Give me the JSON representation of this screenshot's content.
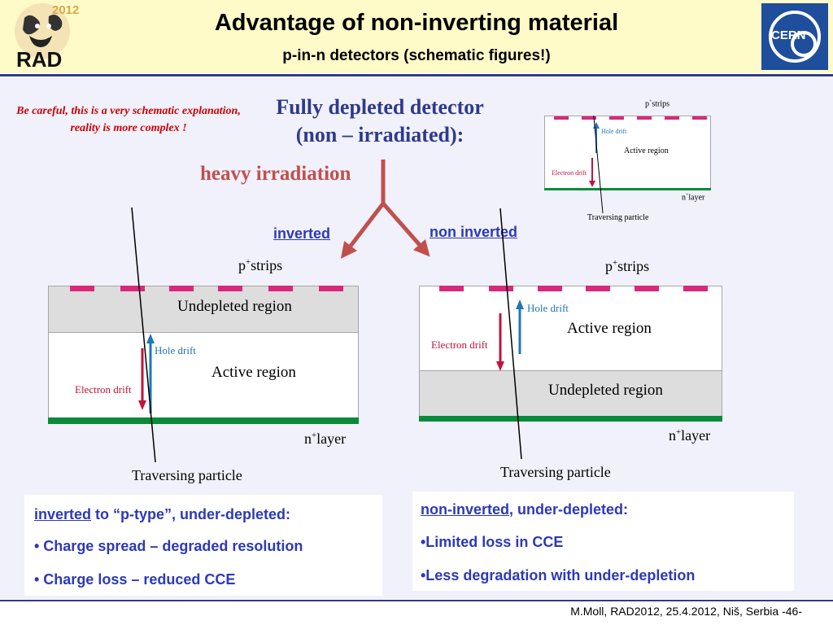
{
  "header": {
    "title": "Advantage of non-inverting material",
    "subtitle": "p-in-n detectors  (schematic figures!)",
    "left_logo_text": "RAD",
    "left_logo_year": "2012",
    "right_logo_text": "CERN"
  },
  "caution": "Be careful, this is a very schematic explanation, reality is more complex !",
  "fully_depleted": {
    "title_line1": "Fully depleted detector",
    "title_line2": "(non – irradiated):",
    "strips_label": "p",
    "strips_sup": "+",
    "strips_suffix": "strips",
    "hole_drift": "Hole drift",
    "active_region": "Active region",
    "electron_drift": "Electron drift",
    "layer_label": "n",
    "layer_sup": "+",
    "layer_suffix": "layer",
    "particle": "Traversing particle"
  },
  "heavy_irradiation": "heavy irradiation",
  "inverted": {
    "label": "inverted",
    "strips_label": "p",
    "strips_sup": "+",
    "strips_suffix": "strips",
    "undepleted": "Undepleted region",
    "hole_drift": "Hole drift",
    "active_region": "Active region",
    "electron_drift": "Electron drift",
    "layer_label": "n",
    "layer_sup": "+",
    "layer_suffix": "layer",
    "particle": "Traversing particle"
  },
  "non_inverted": {
    "label": "non inverted",
    "strips_label": "p",
    "strips_sup": "+",
    "strips_suffix": "strips",
    "hole_drift": "Hole drift",
    "active_region": "Active region",
    "electron_drift": "Electron drift",
    "undepleted": "Undepleted region",
    "layer_label": "n",
    "layer_sup": "+",
    "layer_suffix": "layer",
    "particle": "Traversing particle"
  },
  "left_panel": {
    "head_underlined": "inverted",
    "head_rest": " to “p-type”, under-depleted:",
    "bullet1": "• Charge spread – degraded resolution",
    "bullet2": "• Charge loss – reduced CCE"
  },
  "right_panel": {
    "head_underlined": "non-inverted",
    "head_rest": ", under-depleted:",
    "bullet1": "•Limited loss in CCE",
    "bullet2": "•Less degradation with under-depletion"
  },
  "footer": "M.Moll, RAD2012, 25.4.2012, Niš, Serbia -46-",
  "colors": {
    "accent": "#2f3a8c",
    "strip": "#d8287a",
    "hole": "#1f77b4",
    "electron": "#c0143c",
    "layer": "#0a8a3a",
    "warning": "#cc0000",
    "irradiation": "#c0504d"
  }
}
